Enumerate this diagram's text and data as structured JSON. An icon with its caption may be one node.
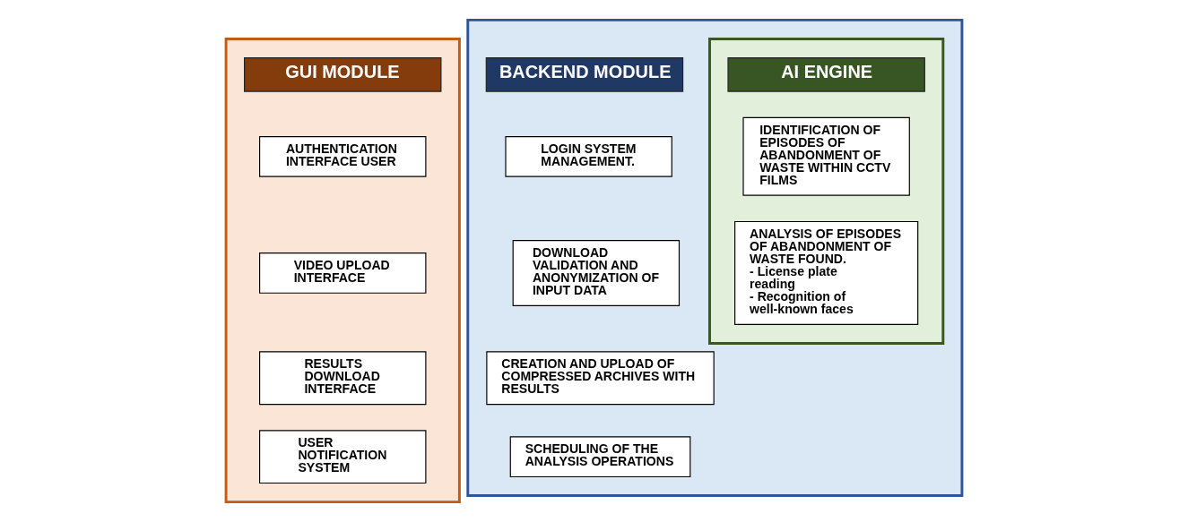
{
  "diagram": {
    "nodes": [
      {
        "text": [],
        "shape": "box"
      },
      {
        "text": [
          "GUI MODULE"
        ],
        "in": 0
      },
      {
        "text": [
          "AUTHENTICATION INTERFACE USER"
        ],
        "in": 0
      },
      {
        "text": [
          "VIDEO UPLOAD INTERFACE"
        ],
        "in": 0
      },
      {
        "text": [
          "RESULTS DOWNLOAD INTERFACE"
        ],
        "in": 0
      },
      {
        "text": [
          "USER NOTIFICATION SYSTEM"
        ],
        "in": 0
      },
      {
        "text": [],
        "shape": "box"
      },
      {
        "text": [
          "BACKEND MODULE"
        ],
        "in": 6
      },
      {
        "text": [
          "LOGIN SYSTEM MANAGEMENT."
        ],
        "in": 6
      },
      {
        "text": [
          "DOWNLOAD VALIDATION AND ANONYMIZATION OF INPUT DATA"
        ],
        "in": 6
      },
      {
        "text": [
          "CREATION AND UPLOAD OF COMPRESSED ARCHIVES WITH RESULTS"
        ],
        "in": 6
      },
      {
        "text": [
          "SCHEDULING OF THE ANALYSIS OPERATIONS"
        ],
        "in": 6
      },
      {
        "text": [],
        "shape": "box",
        "in": 6
      },
      {
        "text": [
          "AI ENGINE"
        ],
        "in": 12
      },
      {
        "text": [
          "IDENTIFICATION OF EPISODES OF ABANDONMENT OF WASTE WITHIN CCTV FILMS"
        ],
        "in": 12
      },
      {
        "text": [
          "ANALYSIS OF EPISODES OF ABANDONMENT OF WASTE FOUND.",
          "- License plate reading",
          "- Recognition of well-known faces"
        ],
        "in": 12
      }
    ],
    "edges": []
  }
}
